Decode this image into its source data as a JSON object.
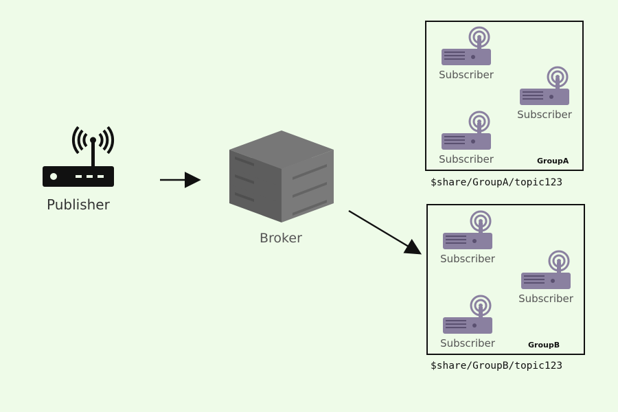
{
  "publisher": {
    "label": "Publisher",
    "icon": "wifi-router-icon"
  },
  "broker": {
    "label": "Broker",
    "icon": "server-stack-icon"
  },
  "groups": [
    {
      "name": "GroupA",
      "topic": "$share/GroupA/topic123",
      "subscribers": [
        "Subscriber",
        "Subscriber",
        "Subscriber"
      ]
    },
    {
      "name": "GroupB",
      "topic": "$share/GroupB/topic123",
      "subscribers": [
        "Subscriber",
        "Subscriber",
        "Subscriber"
      ]
    }
  ],
  "colors": {
    "background": "#eefbe8",
    "subscriber_device": "#8a80a0",
    "server": "#6e6e6e"
  }
}
